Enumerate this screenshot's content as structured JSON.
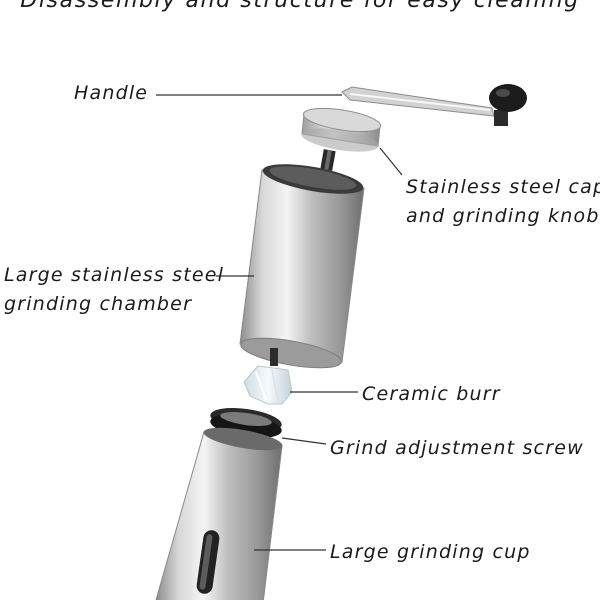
{
  "title": "Disassembly and structure for easy cleaning",
  "labels": {
    "handle": "Handle",
    "cap_line1": "Stainless steel cap",
    "cap_line2": "and grinding knob",
    "chamber_line1": "Large stainless steel",
    "chamber_line2": "grinding chamber",
    "burr": "Ceramic burr",
    "screw": "Grind adjustment screw",
    "cup": "Large grinding cup"
  },
  "colors": {
    "steel_light": "#e9e9e9",
    "steel_mid": "#bdbdbd",
    "steel_dark": "#7d7d7d",
    "knob": "#1c1c1c",
    "burr": "#e6eef3",
    "line": "#333333"
  }
}
